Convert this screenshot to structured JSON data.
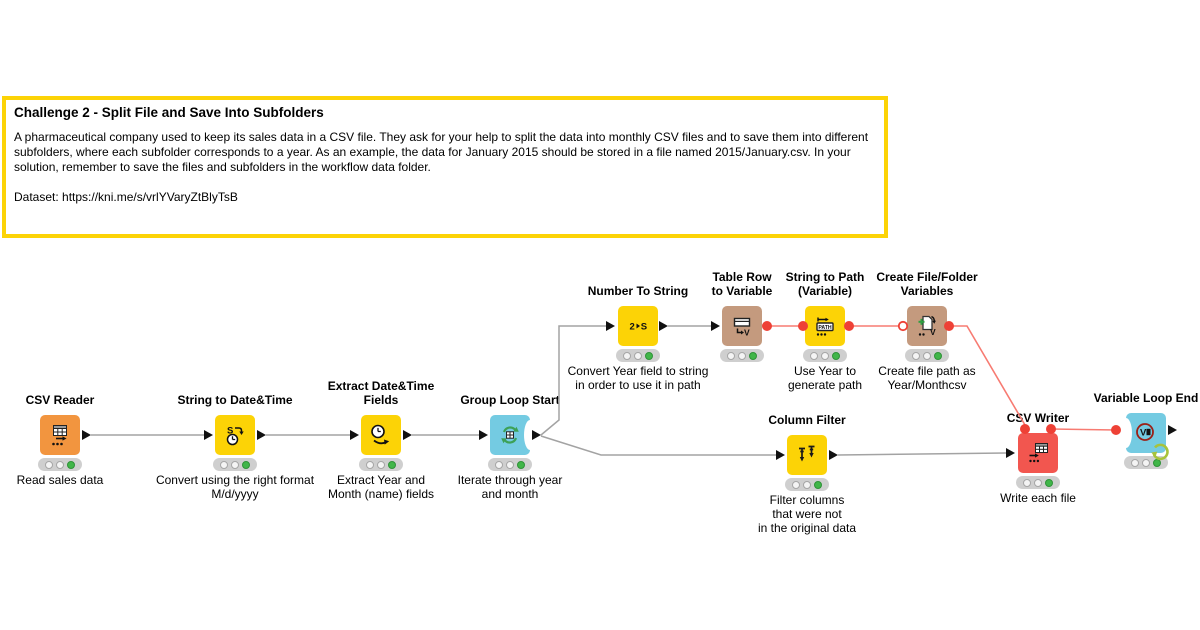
{
  "annotation": {
    "title": "Challenge 2 - Split File and Save Into Subfolders",
    "body": "A pharmaceutical company used to keep its sales data in a CSV file. They ask for your help to split the data into monthly CSV files and to save them into different subfolders, where each subfolder corresponds to a year. As an example, the data for January 2015 should be stored in a file named 2015/January.csv. In your solution, remember to save the files and subfolders in the workflow data folder.",
    "dataset": "Dataset: https://kni.me/s/vrlYVaryZtBlyTsB"
  },
  "nodes": {
    "csv_reader": {
      "label": "CSV Reader",
      "caption": "Read sales data"
    },
    "string_to_datetime": {
      "label": "String to Date&Time",
      "caption": "Convert using the right format\nM/d/yyyy"
    },
    "extract_datetime": {
      "label": "Extract Date&Time\nFields",
      "caption": "Extract Year and\nMonth (name) fields"
    },
    "group_loop_start": {
      "label": "Group Loop Start",
      "caption": "Iterate through year\nand month"
    },
    "number_to_string": {
      "label": "Number To String",
      "caption": "Convert Year field to string\nin order to use it in path"
    },
    "table_row_to_variable": {
      "label": "Table Row\nto Variable",
      "caption": ""
    },
    "string_to_path": {
      "label": "String to Path\n(Variable)",
      "caption": "Use Year to\ngenerate path"
    },
    "create_file_folder": {
      "label": "Create File/Folder\nVariables",
      "caption": "Create file path as\nYear/Monthcsv"
    },
    "column_filter": {
      "label": "Column Filter",
      "caption": "Filter columns\nthat were not\nin the original data"
    },
    "csv_writer": {
      "label": "CSV Writer",
      "caption": "Write each file"
    },
    "variable_loop_end": {
      "label": "Variable Loop End",
      "caption": ""
    }
  },
  "icon_text": {
    "s2dt_letter": "S",
    "n2s_left": "2",
    "n2s_right": "S",
    "tr2v_letter": "V",
    "path_label": "PATH",
    "cff_letter": "V",
    "vle_letter": "V"
  },
  "colors": {
    "annotation_border": "#fcd306",
    "node_yellow": "#fcd306",
    "node_orange": "#f2953f",
    "node_cyan": "#74cbe2",
    "node_tan": "#c49a7e",
    "node_red": "#f2564f",
    "variable_port_red": "#ee4136",
    "variable_wire_red": "#f77b72",
    "data_wire_gray": "#a3a3a3",
    "traffic_light_green": "#41b649",
    "loop_arrow_green": "#a8c33b"
  }
}
